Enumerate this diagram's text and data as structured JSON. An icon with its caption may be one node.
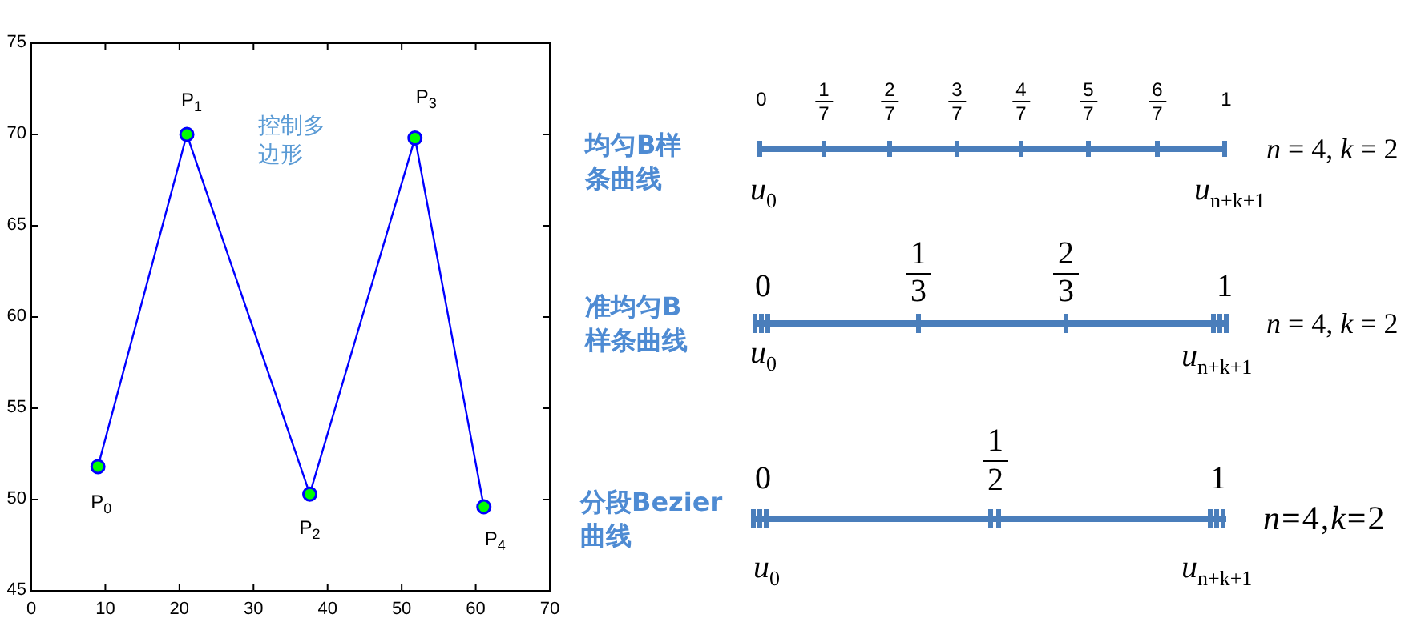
{
  "diagram": {
    "chart_data": {
      "type": "line",
      "x": [
        9,
        21,
        37.6,
        51.8,
        61.1
      ],
      "series": [
        {
          "color": "#0000ff",
          "marker": "circle",
          "values": [
            51.8,
            70,
            50.3,
            69.8,
            49.6
          ]
        }
      ],
      "xlim": [
        0,
        70
      ],
      "ylim": [
        45,
        75
      ],
      "xticks": [
        0,
        10,
        20,
        30,
        40,
        50,
        60,
        70
      ],
      "yticks": [
        45,
        50,
        55,
        60,
        65,
        70,
        75
      ],
      "annotations": [
        {
          "text": "P$_{0}$",
          "x": 9,
          "y": 51.8
        },
        {
          "text": "P$_{1}$",
          "x": 21,
          "y": 70
        },
        {
          "text": "P$_{2}$",
          "x": 37.6,
          "y": 50.3
        },
        {
          "text": "P$_{3}$",
          "x": 51.8,
          "y": 69.8
        },
        {
          "text": "P$_{4}$",
          "x": 61.1,
          "y": 49.6
        },
        "控制多边形"
      ]
    },
    "labels": [
      "0",
      "1",
      "7",
      "2",
      "7",
      "3",
      "7",
      "4",
      "7",
      "5",
      "7",
      "6",
      "7",
      "1",
      "均匀B样条曲线",
      "*n* = 4, *k* = 2",
      "*u*$_{0}$",
      "*u*$_{n+k+1}$",
      "0",
      "1",
      "3",
      "2",
      "3",
      "1",
      "准均匀B样条曲线",
      "*n* = 4, *k* = 2",
      "*u*$_{0}$",
      "*u*$_{n+k+1}$",
      "0",
      "1",
      "2",
      "1",
      "分段Bezier曲线",
      "*n*=4,*k*=2",
      "*u*$_{0}$",
      "*u*$_{n+k+1}$"
    ]
  }
}
